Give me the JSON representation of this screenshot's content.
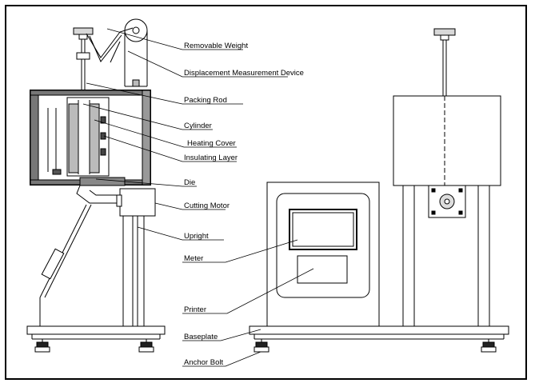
{
  "labels": {
    "removable_weight": "Removable Weight",
    "displacement_device": "Displacement Measurement Device",
    "packing_rod": "Packing Rod",
    "cylinder": "Cylinder",
    "heating_cover": "Heating Cover",
    "insulating_layer": "Insulating Layer",
    "die": "Die",
    "cutting_motor": "Cutting Motor",
    "upright": "Upright",
    "meter": "Meter",
    "printer": "Printer",
    "baseplate": "Baseplate",
    "anchor_bolt": "Anchor Bolt"
  }
}
